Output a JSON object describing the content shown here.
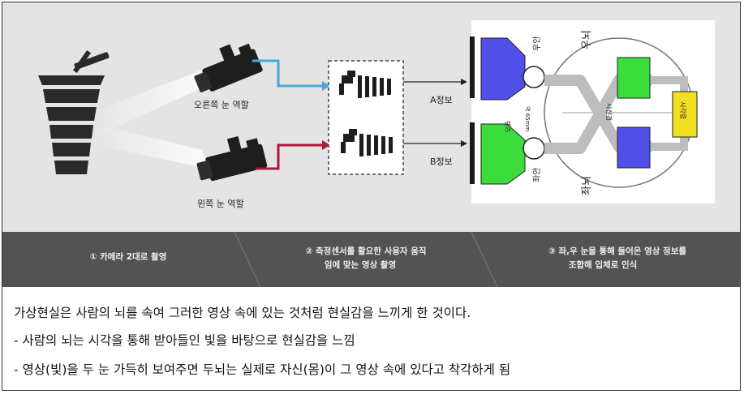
{
  "diagram": {
    "right_eye_label": "오른쪽 눈 역할",
    "left_eye_label": "왼쪽 눈 역할",
    "a_info": "A정보",
    "b_info": "B정보",
    "lens_label": "렌즈",
    "distance_label": "약 65mm",
    "right_eye_tag": "우안",
    "left_eye_tag": "좌안",
    "right_brain": "우뇌",
    "left_brain": "좌뇌",
    "optic_chiasm": "시신경",
    "visual_cortex": "시각령",
    "colors": {
      "a_line": "#4aa8d8",
      "b_line": "#b0183a",
      "blue_screen": "#5050e8",
      "green_screen": "#3cdc3c",
      "cortex": "#f0e020"
    }
  },
  "steps": [
    {
      "label_line1": "① 카메라 2대로 촬영",
      "label_line2": ""
    },
    {
      "label_line1": "② 측정센서를 활요한 사용자 움직",
      "label_line2": "임에 맞는 영상 촬영"
    },
    {
      "label_line1": "③ 좌,우 눈을 통해 들어온 영상 정보를",
      "label_line2": "조합해 입체로 인식"
    }
  ],
  "captions": [
    "가상현실은 사람의 뇌를 속여 그러한 영상 속에 있는 것처럼 현실감을 느끼게 한 것이다.",
    "- 사람의 뇌는 시각을 통해 받아들인 빛을 바탕으로 현실감을 느낌",
    "- 영상(빛)을 두 눈 가득히 보여주면 두뇌는 실제로 자신(몸)이 그 영상 속에 있다고 착각하게 됨"
  ]
}
